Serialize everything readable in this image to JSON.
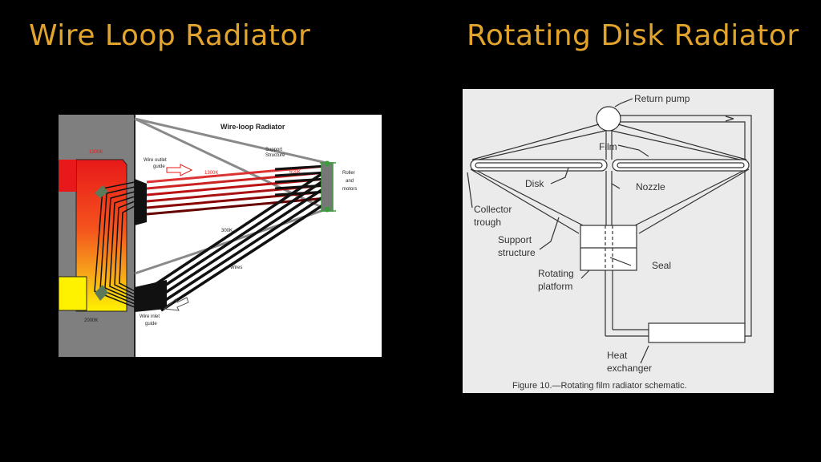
{
  "slide": {
    "title_left": "Wire Loop Radiator",
    "title_right": "Rotating Disk Radiator"
  },
  "wire_loop": {
    "heading": "Wire-loop Radiator",
    "labels": {
      "support_structure": [
        "Support",
        "Structure"
      ],
      "wire_outlet_guide": [
        "Wire outlet",
        "guide"
      ],
      "wire_inlet_guide": [
        "Wire inlet",
        "guide"
      ],
      "roller_motors": [
        "Roller",
        "and",
        "motors"
      ],
      "wires": "Wires",
      "temp_1300_top": "1300K",
      "temp_1300_mid": "1300K",
      "temp_600": "600K",
      "temp_300": "300K",
      "temp_2000": "2000K"
    },
    "colors": {
      "hot": "#e8191a",
      "warm": "#f37021",
      "yellow": "#ffef00",
      "wall": "#7f7f7f",
      "roller": "#3e9a3e"
    }
  },
  "rotating_disk": {
    "labels": {
      "return_pump": "Return pump",
      "film": "Film",
      "disk": "Disk",
      "nozzle": "Nozzle",
      "collector": "Collector",
      "trough": "trough",
      "support": "Support",
      "structure": "structure",
      "seal": "Seal",
      "rotating": "Rotating",
      "platform": "platform",
      "heat": "Heat",
      "exchanger": "exchanger"
    },
    "caption": "Figure 10.—Rotating film radiator schematic."
  }
}
